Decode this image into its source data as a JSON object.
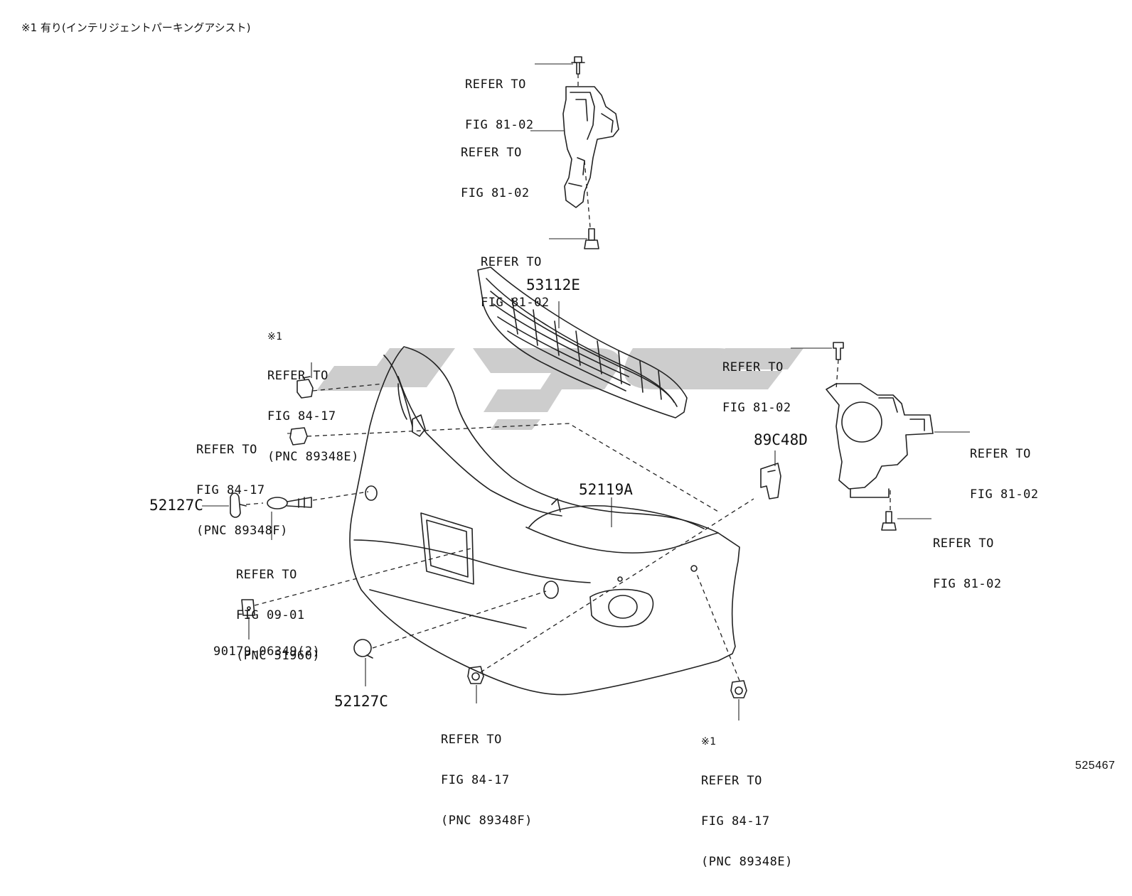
{
  "header_note": "※1 有り(インテリジェントパーキングアシスト)",
  "figure_number": "525467",
  "watermark_color": "#c8c8c8",
  "part_numbers": {
    "grille": "53112E",
    "bumper_cover": "52119A",
    "bracket": "89C48D",
    "tow_hook_cover": "52127C",
    "tow_hook_cover_lower": "52127C",
    "clip": "90179-06349(2)"
  },
  "refs": {
    "top_clip": [
      "REFER TO",
      "FIG 81-02"
    ],
    "top_bracket": [
      "REFER TO",
      "FIG 81-02"
    ],
    "top_bolt": [
      "REFER TO",
      "FIG 81-02"
    ],
    "sensor_left_upper": {
      "mark": "※1",
      "lines": [
        "REFER TO",
        "FIG 84-17",
        "(PNC 89348E)"
      ]
    },
    "sensor_left_mid": [
      "REFER TO",
      "FIG 84-17",
      "(PNC 89348F)"
    ],
    "tow_eye": [
      "REFER TO",
      "FIG 09-01",
      "(PNC 51960)"
    ],
    "right_clip": [
      "REFER TO",
      "FIG 81-02"
    ],
    "right_bracket": [
      "REFER TO",
      "FIG 81-02"
    ],
    "right_bolt": [
      "REFER TO",
      "FIG 81-02"
    ],
    "sensor_bottom_center": [
      "REFER TO",
      "FIG 84-17",
      "(PNC 89348F)"
    ],
    "sensor_bottom_right": {
      "mark": "※1",
      "lines": [
        "REFER TO",
        "FIG 84-17",
        "(PNC 89348E)"
      ]
    }
  }
}
